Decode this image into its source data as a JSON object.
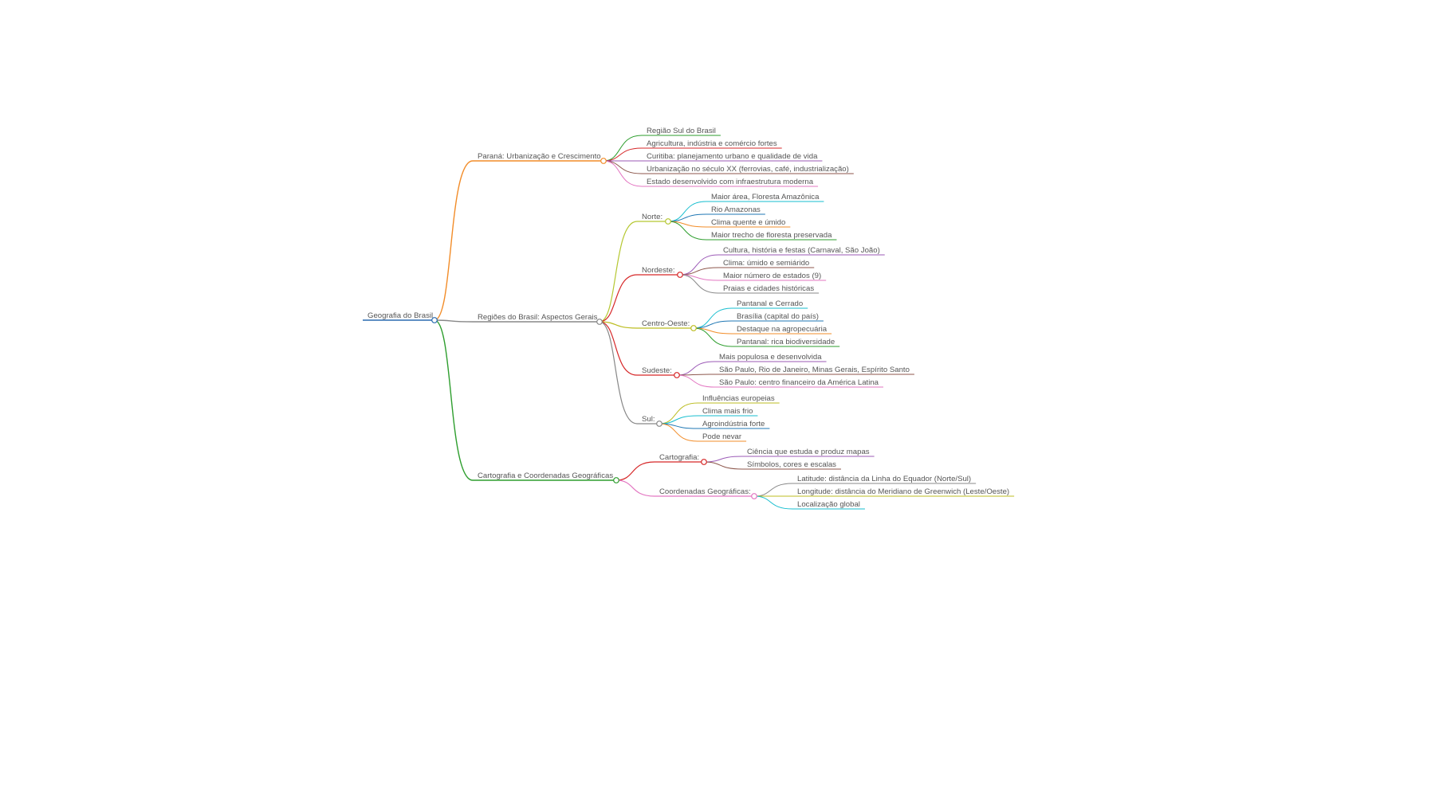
{
  "colors": {
    "root": "#2b6cb0",
    "orange": "#f28c28",
    "gray": "#888888",
    "green": "#2e9e2e",
    "yellowgreen": "#b5c731",
    "red": "#d62728",
    "purple": "#9b59b6",
    "pink": "#e377c2",
    "cyan": "#17becf",
    "blue": "#1f77b4",
    "brown": "#8c564b",
    "olive": "#bcbd22"
  },
  "root": {
    "label": "Geografia do Brasil",
    "color_key": "root"
  },
  "branches": [
    {
      "label": "Paraná: Urbanização e Crescimento",
      "color_key": "orange",
      "children": [
        {
          "label": "Região Sul do Brasil",
          "color_key": "green"
        },
        {
          "label": "Agricultura, indústria e comércio fortes",
          "color_key": "red"
        },
        {
          "label": "Curitiba: planejamento urbano e qualidade de vida",
          "color_key": "purple"
        },
        {
          "label": "Urbanização no século XX (ferrovias, café, industrialização)",
          "color_key": "brown"
        },
        {
          "label": "Estado desenvolvido com infraestrutura moderna",
          "color_key": "pink"
        }
      ]
    },
    {
      "label": "Regiões do Brasil: Aspectos Gerais",
      "color_key": "gray",
      "children": [
        {
          "label": "Norte:",
          "color_key": "yellowgreen",
          "children": [
            {
              "label": "Maior área, Floresta Amazônica",
              "color_key": "cyan"
            },
            {
              "label": "Rio Amazonas",
              "color_key": "blue"
            },
            {
              "label": "Clima quente e úmido",
              "color_key": "orange"
            },
            {
              "label": "Maior trecho de floresta preservada",
              "color_key": "green"
            }
          ]
        },
        {
          "label": "Nordeste:",
          "color_key": "red",
          "children": [
            {
              "label": "Cultura, história e festas (Carnaval, São João)",
              "color_key": "purple"
            },
            {
              "label": "Clima: úmido e semiárido",
              "color_key": "brown"
            },
            {
              "label": "Maior número de estados (9)",
              "color_key": "pink"
            },
            {
              "label": "Praias e cidades históricas",
              "color_key": "gray"
            }
          ]
        },
        {
          "label": "Centro-Oeste:",
          "color_key": "olive",
          "children": [
            {
              "label": "Pantanal e Cerrado",
              "color_key": "cyan"
            },
            {
              "label": "Brasília (capital do país)",
              "color_key": "blue"
            },
            {
              "label": "Destaque na agropecuária",
              "color_key": "orange"
            },
            {
              "label": "Pantanal: rica biodiversidade",
              "color_key": "green"
            }
          ]
        },
        {
          "label": "Sudeste:",
          "color_key": "red",
          "children": [
            {
              "label": "Mais populosa e desenvolvida",
              "color_key": "purple"
            },
            {
              "label": "São Paulo, Rio de Janeiro, Minas Gerais, Espírito Santo",
              "color_key": "brown"
            },
            {
              "label": "São Paulo: centro financeiro da América Latina",
              "color_key": "pink"
            }
          ]
        },
        {
          "label": "Sul:",
          "color_key": "gray",
          "children": [
            {
              "label": "Influências europeias",
              "color_key": "olive"
            },
            {
              "label": "Clima mais frio",
              "color_key": "cyan"
            },
            {
              "label": "Agroindústria forte",
              "color_key": "blue"
            },
            {
              "label": "Pode nevar",
              "color_key": "orange"
            }
          ]
        }
      ]
    },
    {
      "label": "Cartografia e Coordenadas Geográficas",
      "color_key": "green",
      "children": [
        {
          "label": "Cartografia:",
          "color_key": "red",
          "children": [
            {
              "label": "Ciência que estuda e produz mapas",
              "color_key": "purple"
            },
            {
              "label": "Símbolos, cores e escalas",
              "color_key": "brown"
            }
          ]
        },
        {
          "label": "Coordenadas Geográficas:",
          "color_key": "pink",
          "children": [
            {
              "label": "Latitude: distância da Linha do Equador (Norte/Sul)",
              "color_key": "gray"
            },
            {
              "label": "Longitude: distância do Meridiano de Greenwich (Leste/Oeste)",
              "color_key": "olive"
            },
            {
              "label": "Localização global",
              "color_key": "cyan"
            }
          ]
        }
      ]
    }
  ]
}
